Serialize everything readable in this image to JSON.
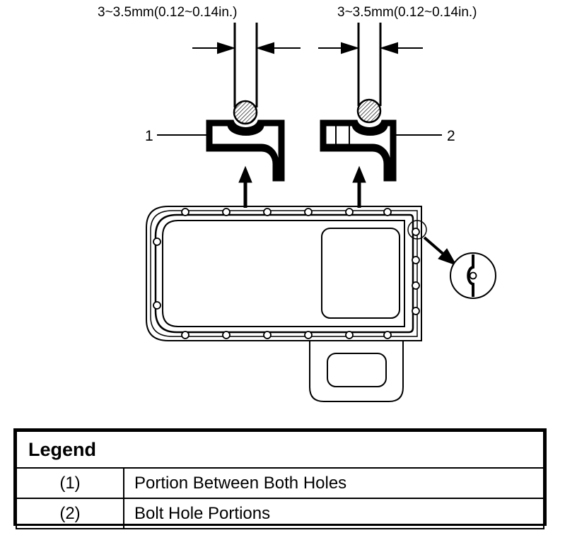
{
  "diagram": {
    "dimension_left": "3~3.5mm(0.12~0.14in.)",
    "dimension_right": "3~3.5mm(0.12~0.14in.)",
    "callout_1": "1",
    "callout_2": "2"
  },
  "legend": {
    "title": "Legend",
    "rows": [
      {
        "number": "(1)",
        "description": "Portion Between Both Holes"
      },
      {
        "number": "(2)",
        "description": "Bolt Hole Portions"
      }
    ]
  }
}
